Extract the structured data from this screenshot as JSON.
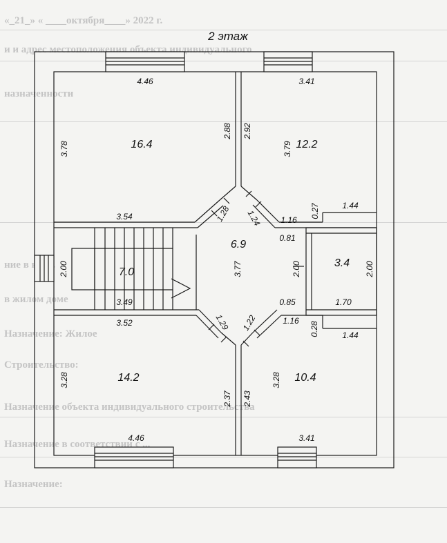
{
  "background_text": {
    "date_line": "«_21_» « ____октября____» 2022 г.",
    "lines": [
      "и и адрес местоположения объекта индивидуального",
      "назначенности",
      "ние в кв.м.",
      "в жилом доме",
      "Назначение: Жилое",
      "Строительство:",
      "Назначение объекта индивидуального строительства",
      "Назначение в соответствии с ...",
      "Назначение:"
    ]
  },
  "plan": {
    "title": "2 этаж",
    "areas": {
      "room_top_left": "16.4",
      "room_top_right": "12.2",
      "hall": "6.9",
      "stairs": "7.0",
      "room_small_right": "3.4",
      "room_bottom_left": "14.2",
      "room_bottom_right": "10.4"
    },
    "dims": {
      "top_left_width": "4.46",
      "top_right_width": "3.41",
      "top_left_height": "3.78",
      "top_left_partition": "2.88",
      "top_right_partition": "2.92",
      "top_right_height": "3.79",
      "top_right_step": "0.27",
      "top_right_step_width": "1.44",
      "top_corridor_width": "3.54",
      "diag_left_top": "1.28",
      "diag_right_top": "1.24",
      "hall_top_right": "1.16",
      "hall_top_small": "0.81",
      "left_wall_height": "2.00",
      "hall_height": "3.77",
      "hall_right_height": "2.00",
      "small_room_height": "2.00",
      "stairs_width": "3.49",
      "hall_bottom_small": "0.85",
      "small_room_width": "1.70",
      "bottom_corridor_width": "3.52",
      "diag_left_bottom": "1.29",
      "diag_right_bottom": "1.22",
      "hall_bottom_right": "1.16",
      "bottom_right_step": "0.28",
      "bottom_right_step_width": "1.44",
      "bottom_left_height": "3.28",
      "bottom_left_partition": "2.37",
      "bottom_right_partition": "2.43",
      "bottom_right_height": "3.28",
      "bottom_left_width": "4.46",
      "bottom_right_width": "3.41"
    }
  }
}
